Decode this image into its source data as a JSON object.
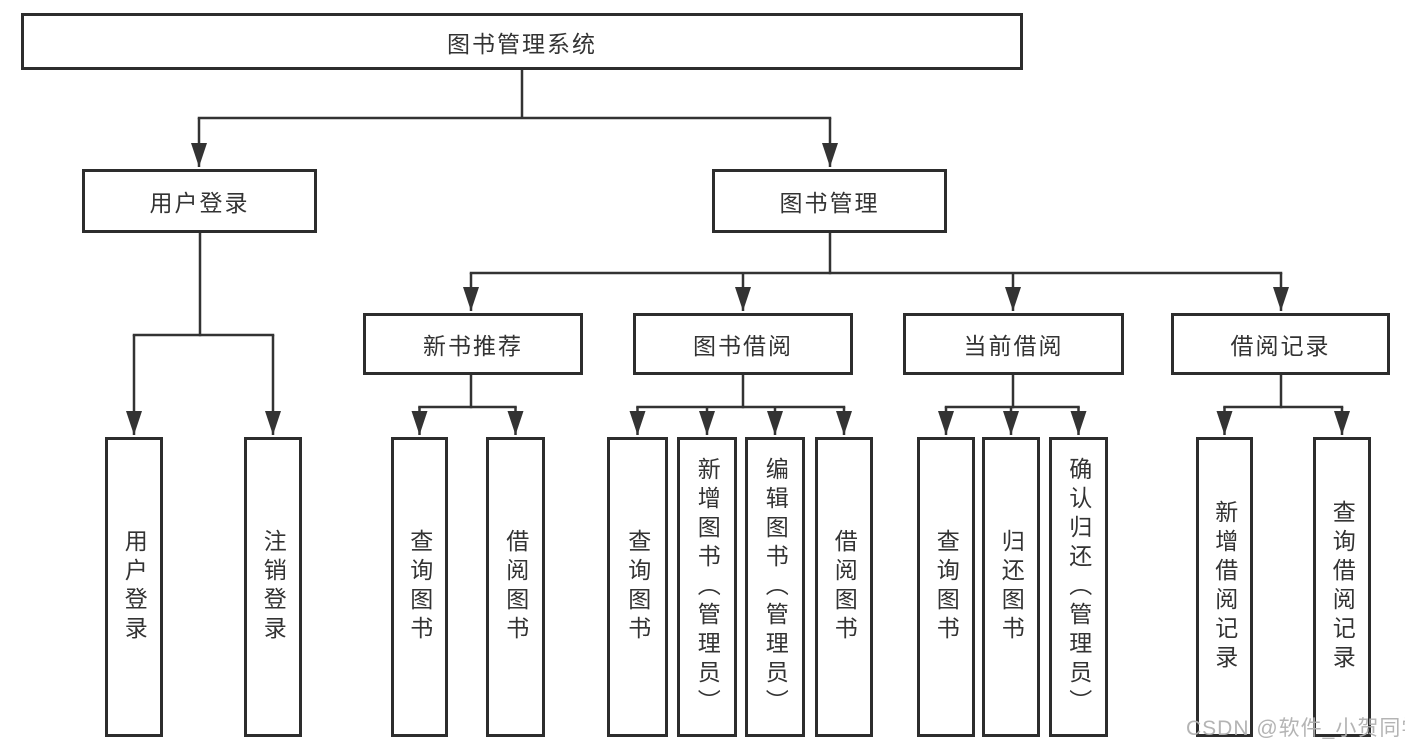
{
  "tree": {
    "root": "图书管理系统",
    "branches": [
      {
        "label": "用户登录",
        "children": [
          "用户登录",
          "注销登录"
        ]
      },
      {
        "label": "图书管理",
        "children": [
          {
            "label": "新书推荐",
            "children": [
              "查询图书",
              "借阅图书"
            ]
          },
          {
            "label": "图书借阅",
            "children": [
              "查询图书",
              "新增图书（管理员）",
              "编辑图书（管理员）",
              "借阅图书"
            ]
          },
          {
            "label": "当前借阅",
            "children": [
              "查询图书",
              "归还图书",
              "确认归还（管理员）"
            ]
          },
          {
            "label": "借阅记录",
            "children": [
              "新增借阅记录",
              "查询借阅记录"
            ]
          }
        ]
      }
    ]
  },
  "colors": {
    "line": "#333333",
    "border": "#2d2d2d",
    "text": "#333333",
    "watermark": "#b0b0b0"
  },
  "watermark": "CSDN @软件_小贺同学"
}
